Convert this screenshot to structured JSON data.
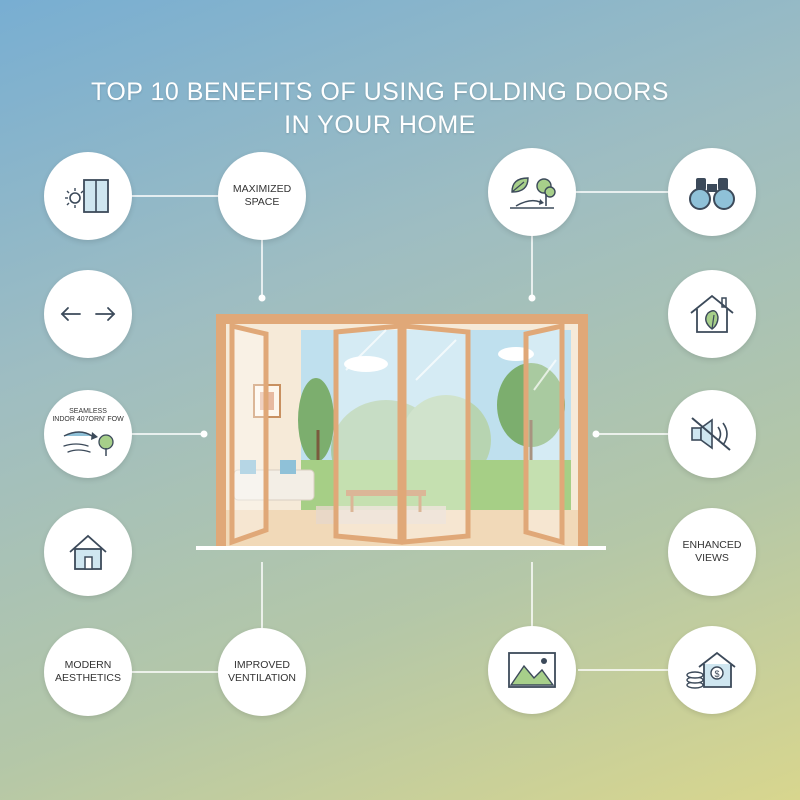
{
  "title": {
    "line1": "TOP 10 BENEFITS OF USING FOLDING DOORS",
    "line2": "IN YOUR HOME"
  },
  "left_column": [
    {
      "icon": "window-sun-icon"
    },
    {
      "icon": "arrows-left-right-icon"
    },
    {
      "icon": "wind-tree-icon",
      "label_line1": "SEAMLESS",
      "label_line2": "INDOR 407ORN' FOW"
    },
    {
      "icon": "house-icon"
    },
    {
      "label_line1": "MODERN",
      "label_line2": "AESTHETICS"
    }
  ],
  "left_inner": [
    {
      "label_line1": "MAXIMIZED",
      "label_line2": "SPACE"
    },
    {
      "label_line1": "IMPROVED",
      "label_line2": "VENTILATION"
    }
  ],
  "right_inner": [
    {
      "icon": "leaf-tree-icon"
    },
    {
      "icon": "landscape-picture-icon"
    }
  ],
  "right_column": [
    {
      "icon": "binoculars-icon"
    },
    {
      "icon": "eco-house-icon"
    },
    {
      "icon": "mute-speaker-icon"
    },
    {
      "label_line1": "ENHANCED",
      "label_line2": "VIEWS"
    },
    {
      "icon": "house-coins-icon"
    }
  ],
  "colors": {
    "wood": "#e0a878",
    "line": "#ffffff",
    "icon_stroke": "#3c4a5a",
    "icon_accent": "#8fc1d8"
  }
}
